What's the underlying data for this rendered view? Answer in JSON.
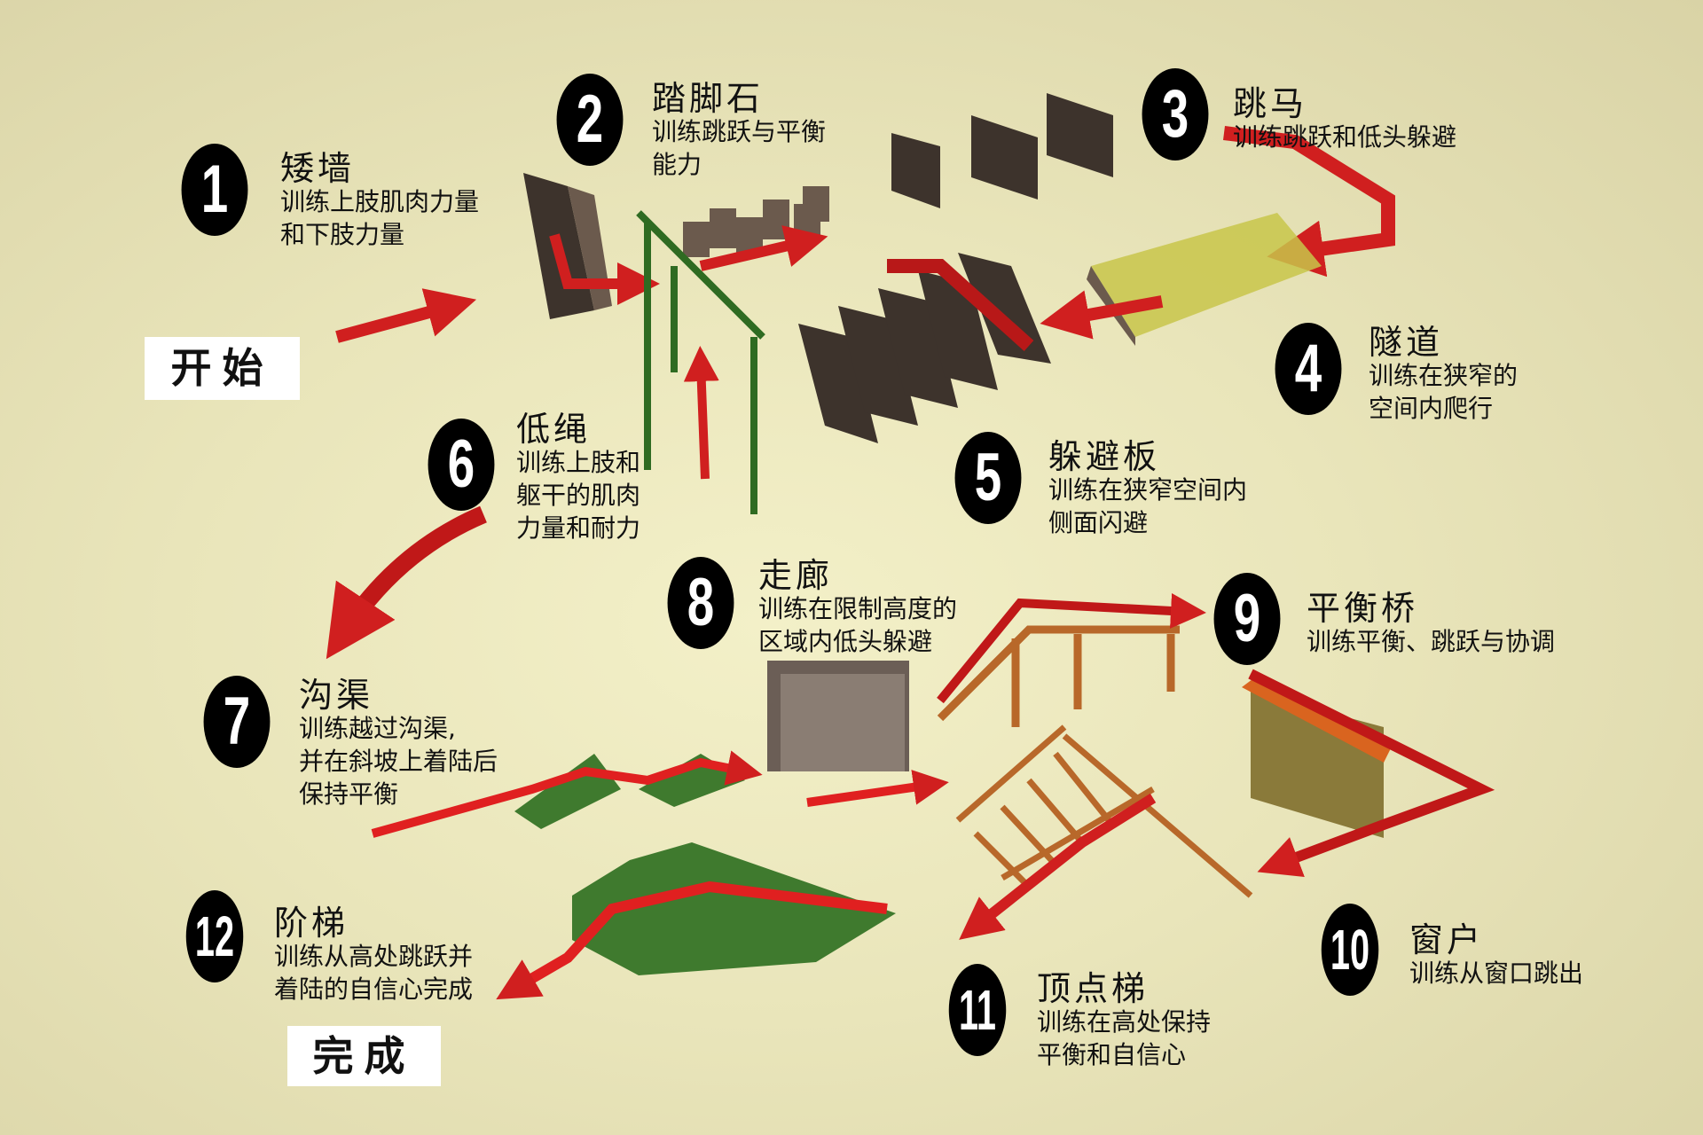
{
  "start_label": "开始",
  "finish_label": "完成",
  "stations": [
    {
      "number": "1",
      "title": "矮墙",
      "desc": [
        "训练上肢肌肉力量",
        "和下肢力量"
      ]
    },
    {
      "number": "2",
      "title": "踏脚石",
      "desc": [
        "训练跳跃与平衡",
        "能力"
      ]
    },
    {
      "number": "3",
      "title": "跳马",
      "desc": [
        "训练跳跃和低头躲避"
      ]
    },
    {
      "number": "4",
      "title": "隧道",
      "desc": [
        "训练在狭窄的",
        "空间内爬行"
      ]
    },
    {
      "number": "5",
      "title": "躲避板",
      "desc": [
        "训练在狭窄空间内",
        "侧面闪避"
      ]
    },
    {
      "number": "6",
      "title": "低绳",
      "desc": [
        "训练上肢和",
        "躯干的肌肉",
        "力量和耐力"
      ]
    },
    {
      "number": "7",
      "title": "沟渠",
      "desc": [
        "训练越过沟渠,",
        "并在斜坡上着陆后",
        "保持平衡"
      ]
    },
    {
      "number": "8",
      "title": "走廊",
      "desc": [
        "训练在限制高度的",
        "区域内低头躲避"
      ]
    },
    {
      "number": "9",
      "title": "平衡桥",
      "desc": [
        "训练平衡、跳跃与协调"
      ]
    },
    {
      "number": "10",
      "title": "窗户",
      "desc": [
        "训练从窗口跳出"
      ]
    },
    {
      "number": "11",
      "title": "顶点梯",
      "desc": [
        "训练在高处保持",
        "平衡和自信心"
      ]
    },
    {
      "number": "12",
      "title": "阶梯",
      "desc": [
        "训练从高处跳跃并",
        "着陆的自信心完成"
      ]
    }
  ],
  "colors": {
    "arrow": "#d01f1f",
    "obstacle": "#4a3f38",
    "ramp": "#3f7a2e",
    "tunnel": "#c8c64a",
    "wood": "#b8682a"
  }
}
